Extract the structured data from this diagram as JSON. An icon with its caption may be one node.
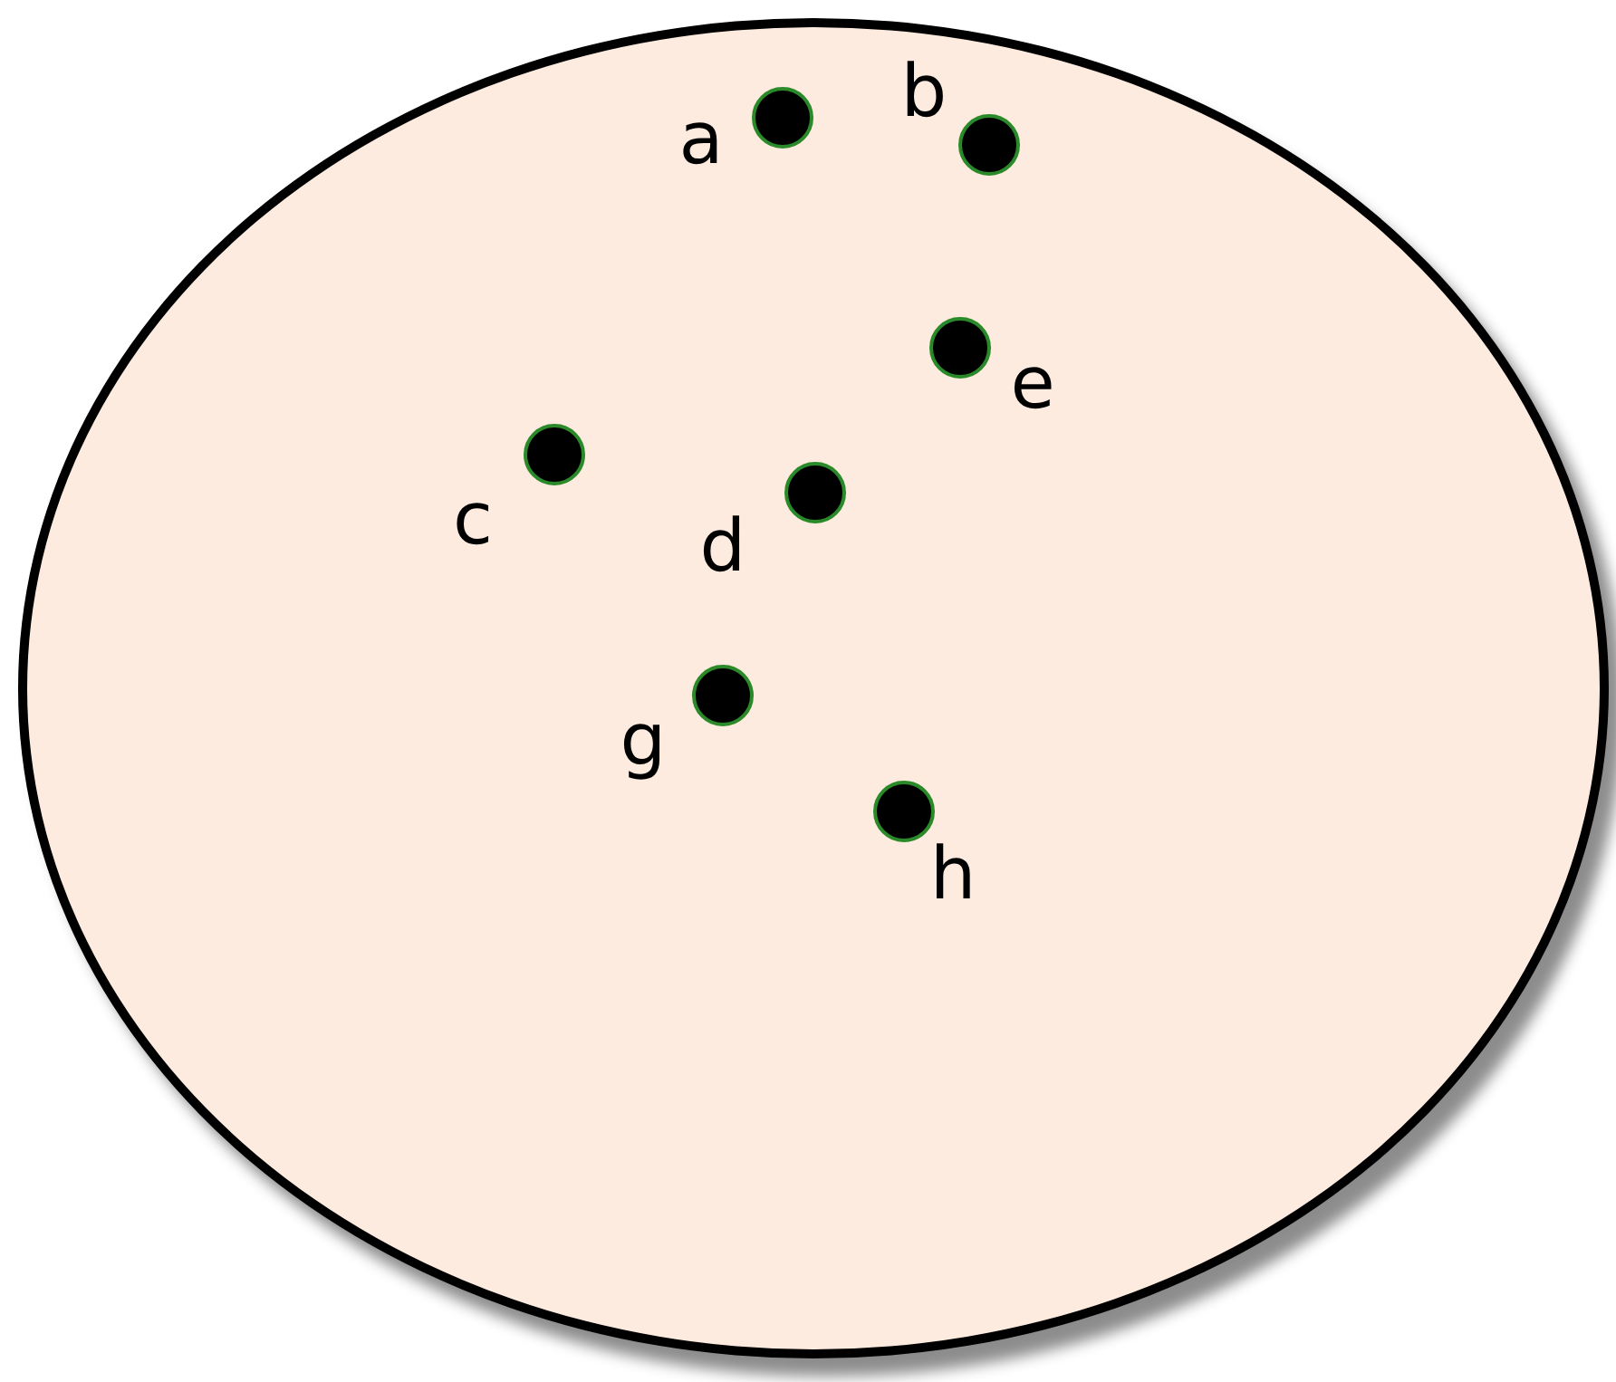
{
  "diagram": {
    "nodes": [
      {
        "text": [],
        "shape": "ellipse"
      },
      {
        "text": [],
        "shape": "circle",
        "beside": [
          "a"
        ],
        "in": 0
      },
      {
        "text": [],
        "shape": "circle",
        "beside": [
          "b"
        ],
        "in": 0
      },
      {
        "text": [],
        "shape": "circle",
        "beside": [
          "e"
        ],
        "in": 0
      },
      {
        "text": [],
        "shape": "circle",
        "beside": [
          "c"
        ],
        "in": 0
      },
      {
        "text": [],
        "shape": "circle",
        "beside": [
          "d"
        ],
        "in": 0
      },
      {
        "text": [],
        "shape": "circle",
        "beside": [
          "g"
        ],
        "in": 0
      },
      {
        "text": [],
        "shape": "circle",
        "beside": [
          "h"
        ],
        "in": 0
      }
    ]
  }
}
